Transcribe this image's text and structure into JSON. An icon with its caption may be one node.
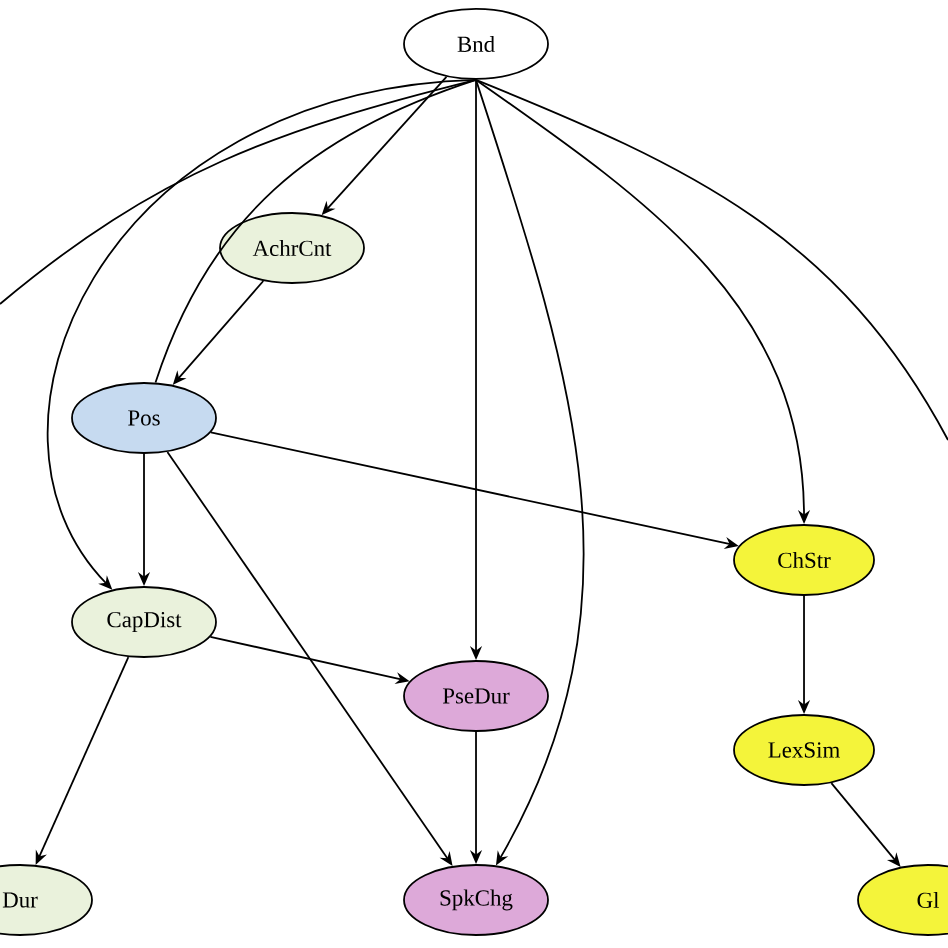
{
  "diagram": {
    "nodes": [
      {
        "text": [
          "Bnd"
        ]
      },
      {
        "text": [
          "AchrCnt"
        ]
      },
      {
        "text": [
          "Pos"
        ]
      },
      {
        "text": [
          "CapDist"
        ]
      },
      {
        "text": [
          "PseDur"
        ]
      },
      {
        "text": [
          "ChStr"
        ]
      },
      {
        "text": [
          "LexSim"
        ]
      },
      {
        "text": [
          "Dur"
        ]
      },
      {
        "text": [
          "Gl"
        ]
      },
      {
        "text": [
          "SpkChg"
        ]
      }
    ],
    "edges": [
      {
        "from": 0,
        "to": 1,
        "arrow": "to"
      },
      {
        "from": 1,
        "to": 2,
        "arrow": "to"
      },
      {
        "from": 0,
        "to": 2,
        "arrow": "none"
      },
      {
        "from": 0,
        "to": 3,
        "arrow": "to"
      },
      {
        "from": 0,
        "to": null,
        "arrow": "none"
      },
      {
        "from": 0,
        "to": 4,
        "arrow": "to"
      },
      {
        "from": 0,
        "to": 9,
        "arrow": "to"
      },
      {
        "from": 0,
        "to": 5,
        "arrow": "to"
      },
      {
        "from": 0,
        "to": null,
        "arrow": "none"
      },
      {
        "from": 2,
        "to": 3,
        "arrow": "to"
      },
      {
        "from": 2,
        "to": 9,
        "arrow": "to"
      },
      {
        "from": 2,
        "to": 5,
        "arrow": "to"
      },
      {
        "from": 3,
        "to": 4,
        "arrow": "to"
      },
      {
        "from": 3,
        "to": 7,
        "arrow": "to"
      },
      {
        "from": 4,
        "to": 9,
        "arrow": "to"
      },
      {
        "from": 5,
        "to": 6,
        "arrow": "to"
      },
      {
        "from": 6,
        "to": 8,
        "arrow": "to"
      }
    ]
  }
}
